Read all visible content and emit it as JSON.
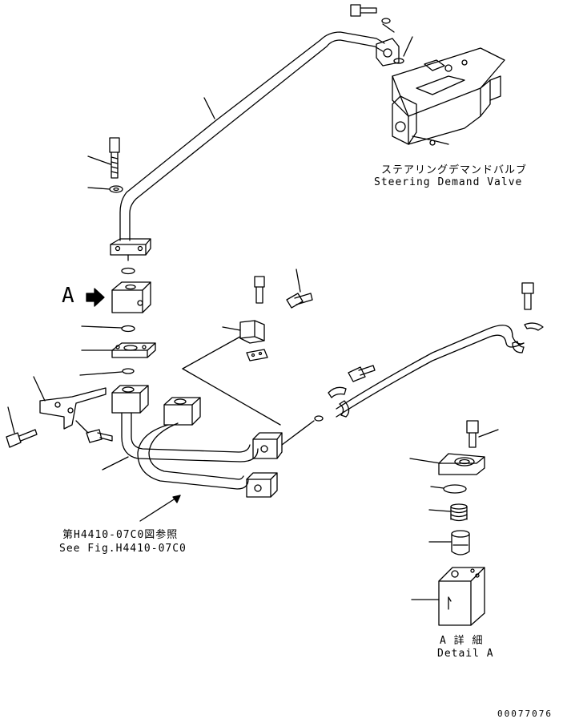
{
  "labels": {
    "valve_jp": "ステアリングデマンドバルブ",
    "valve_en": "Steering Demand Valve",
    "marker_a": "A",
    "see_fig_jp": "第H4410-07C0図参照",
    "see_fig_en": "See Fig.H4410-07C0",
    "detail_jp": "A 詳 細",
    "detail_en": "Detail A",
    "drawing_no": "00077076"
  }
}
